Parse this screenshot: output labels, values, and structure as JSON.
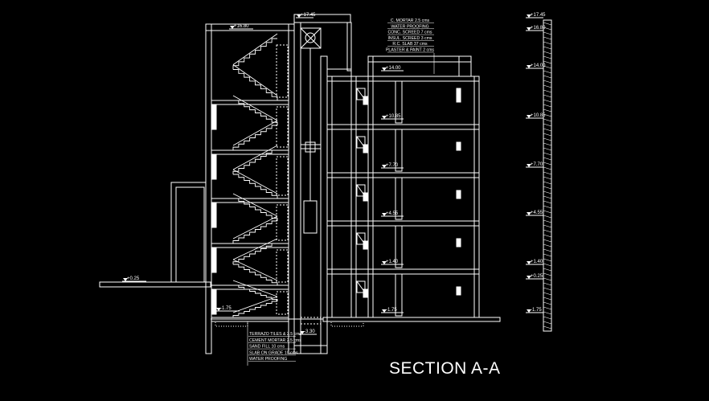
{
  "drawing": {
    "title": "SECTION A-A",
    "roof_layers": [
      "C. MORTAR 2.5 cms",
      "WATER PROOFING",
      "CONC. SCREED 7 cms",
      "INSUL. SCREED 3 cms",
      "R.C. SLAB 37 cms",
      "PLASTER & PAINT 2 cms"
    ],
    "floor_layers": [
      "TERRAZO TILES & 2.5 cms",
      "CEMENT MORTAR 2.5 cms",
      "SAND FILL 10 cms",
      "SLAB ON GRADE 10 cms",
      "WATER PROOFING"
    ],
    "stair_levels": [
      "+16.80",
      "+0.25",
      "-1.75"
    ],
    "shaft_levels": [
      "+17.45",
      "-3.30"
    ],
    "building_levels": [
      "+14.00",
      "+10.85",
      "+7.70",
      "+4.55",
      "+1.40",
      "-1.75"
    ],
    "scale_levels": [
      "+17.45",
      "+16.80",
      "+14.00",
      "+10.85",
      "+7.70",
      "+4.55",
      "+1.40",
      "+0.25",
      "-1.75"
    ]
  },
  "colors": {
    "background": "#000000",
    "line": "#ffffff"
  }
}
